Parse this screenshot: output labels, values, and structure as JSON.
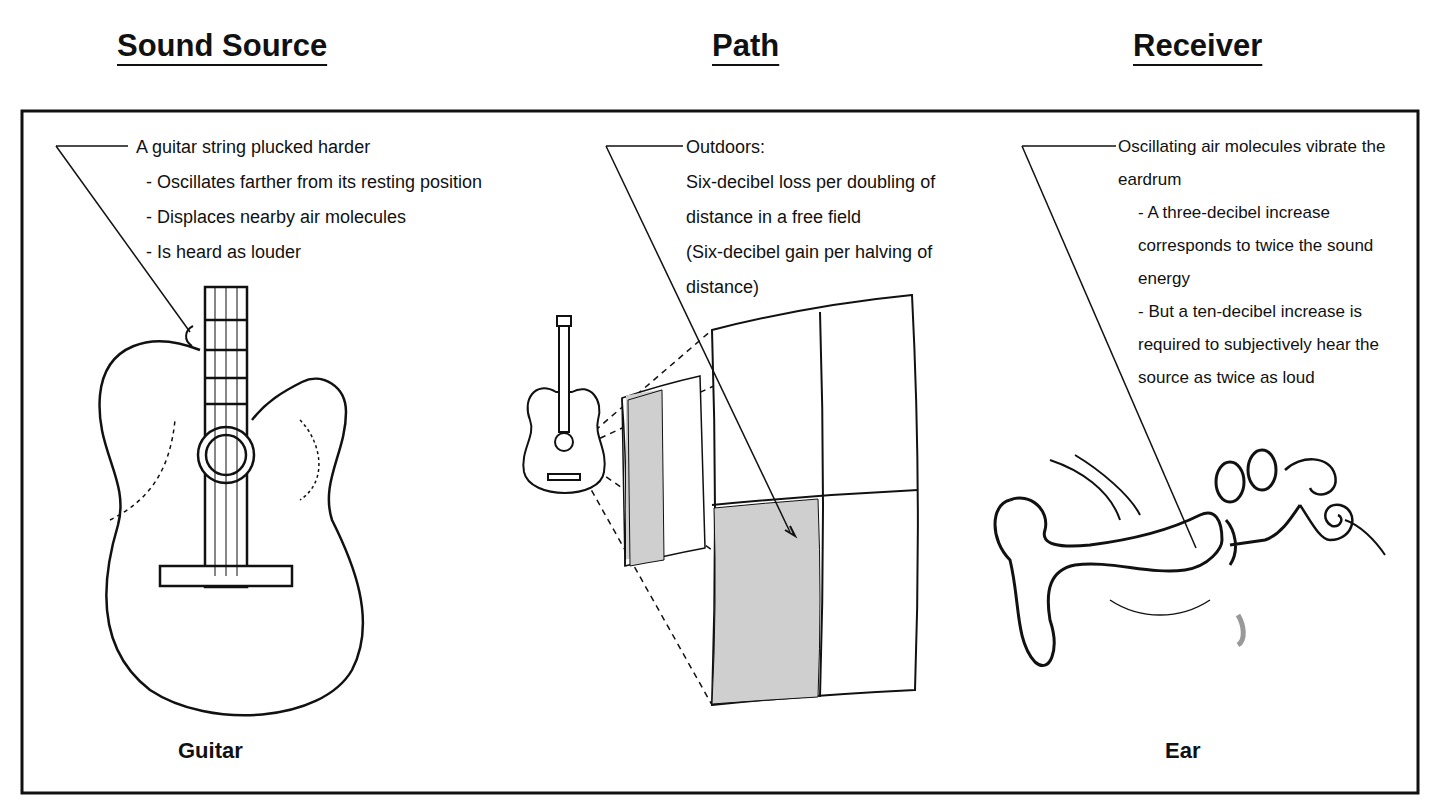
{
  "diagram": {
    "labels": [
      "Sound Source",
      "Path",
      "Receiver",
      "A guitar string plucked harder",
      "- Oscillates farther from its resting position",
      "- Displaces nearby air molecules",
      "- Is heard as louder",
      "Outdoors:",
      "Six-decibel loss per doubling of distance in a free field",
      "(Six-decibel gain per halving of distance)",
      "Oscillating air molecules vibrate the eardrum",
      "- A three-decibel increase corresponds to twice the sound energy",
      "- But a ten-decibel increase is required to subjectively hear the source as twice as loud",
      "Guitar",
      "Ear"
    ]
  }
}
